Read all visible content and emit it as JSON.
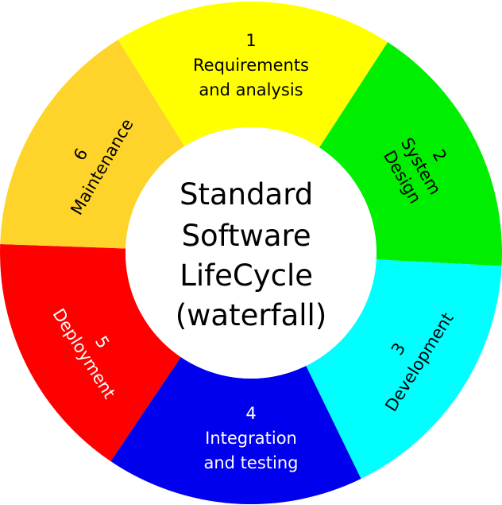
{
  "center": {
    "lines": [
      "Standard",
      "Software",
      "LifeCycle",
      "(waterfall)"
    ]
  },
  "segments": [
    {
      "id": "requirements",
      "lines": [
        "1",
        "Requirements",
        "and analysis"
      ],
      "color": "#ffff00",
      "text_color": "#000000"
    },
    {
      "id": "system-design",
      "lines": [
        "2",
        "System",
        "Design"
      ],
      "color": "#00ee00",
      "text_color": "#000000"
    },
    {
      "id": "development",
      "lines": [
        "3",
        "Development"
      ],
      "color": "#00ffff",
      "text_color": "#000000"
    },
    {
      "id": "integration",
      "lines": [
        "4",
        "Integration",
        "and testing"
      ],
      "color": "#0000ee",
      "text_color": "#ffffff"
    },
    {
      "id": "deployment",
      "lines": [
        "5",
        "Deployment"
      ],
      "color": "#ff0000",
      "text_color": "#ffffff"
    },
    {
      "id": "maintenance",
      "lines": [
        "6",
        "Maintenance"
      ],
      "color": "#ffd42a",
      "text_color": "#000000"
    }
  ]
}
